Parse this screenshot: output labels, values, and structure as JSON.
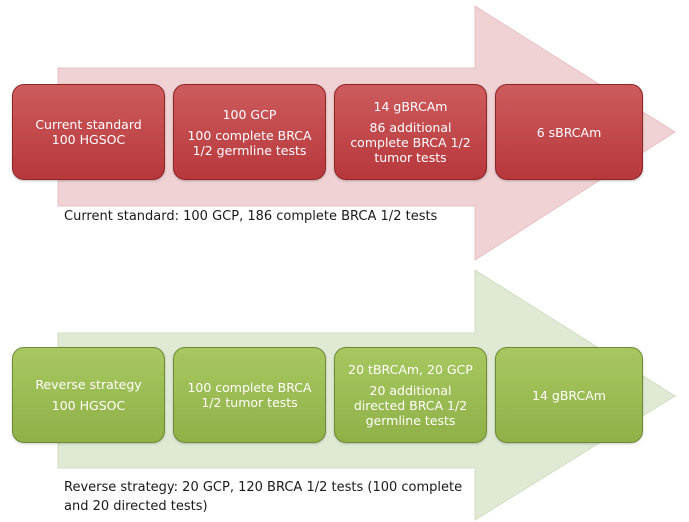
{
  "current": {
    "colors": {
      "arrow": "#f0d2d4",
      "box": "#c0464a",
      "border": "#8e2527"
    },
    "boxes": [
      {
        "lines": [
          "Current standard",
          "100 HGSOC"
        ]
      },
      {
        "line1": "100 GCP",
        "line2": "100 complete BRCA",
        "line3": "1/2 germline tests"
      },
      {
        "line1": "14 gBRCAm",
        "line2": "86 additional",
        "line3": "complete BRCA  1/2",
        "line4": "tumor tests"
      },
      {
        "line1": "6 sBRCAm"
      }
    ],
    "summary": "Current standard: 100 GCP, 186 complete BRCA 1/2 tests"
  },
  "reverse": {
    "colors": {
      "arrow": "#dfe9d3",
      "box": "#9bbb59",
      "border": "#6e8a35"
    },
    "boxes": [
      {
        "line1": "Reverse strategy",
        "line2": "100 HGSOC"
      },
      {
        "line1": "100 complete BRCA",
        "line2": "1/2 tumor tests"
      },
      {
        "line1": "20 tBRCAm, 20 GCP",
        "line2": "20 additional",
        "line3": "directed BRCA  1/2",
        "line4": "germline tests"
      },
      {
        "line1": "14 gBRCAm"
      }
    ],
    "summary_line1": "Reverse strategy: 20 GCP, 120 BRCA 1/2 tests (100 complete",
    "summary_line2": "and 20 directed tests)"
  }
}
